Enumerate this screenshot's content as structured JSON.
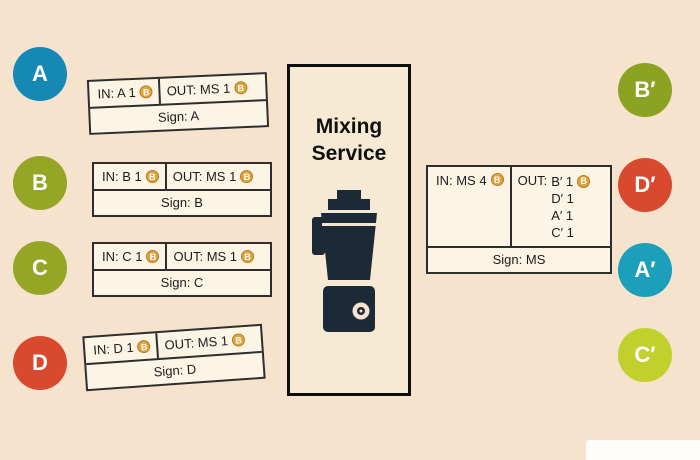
{
  "background": "#f5e3cd",
  "coin_glyph": "B",
  "left": [
    {
      "label": "A",
      "color": "#1688b6",
      "card": {
        "in": "IN: A 1",
        "out": "OUT: MS 1",
        "sign": "Sign: A"
      }
    },
    {
      "label": "B",
      "color": "#95a525",
      "card": {
        "in": "IN: B 1",
        "out": "OUT: MS 1",
        "sign": "Sign: B"
      }
    },
    {
      "label": "C",
      "color": "#95a525",
      "card": {
        "in": "IN: C 1",
        "out": "OUT: MS 1",
        "sign": "Sign: C"
      }
    },
    {
      "label": "D",
      "color": "#d8492d",
      "card": {
        "in": "IN: D 1",
        "out": "OUT: MS 1",
        "sign": "Sign: D"
      }
    }
  ],
  "mixer": {
    "title": "Mixing Service",
    "card": {
      "in": "IN: MS 4",
      "out_label": "OUT:",
      "out_values": [
        "B′ 1",
        "D′ 1",
        "A′ 1",
        "C′ 1"
      ],
      "sign": "Sign: MS"
    }
  },
  "right": [
    {
      "label": "B′",
      "color": "#8ca223"
    },
    {
      "label": "D′",
      "color": "#d8492d"
    },
    {
      "label": "A′",
      "color": "#1b9fbb"
    },
    {
      "label": "C′",
      "color": "#c2d02e"
    }
  ]
}
